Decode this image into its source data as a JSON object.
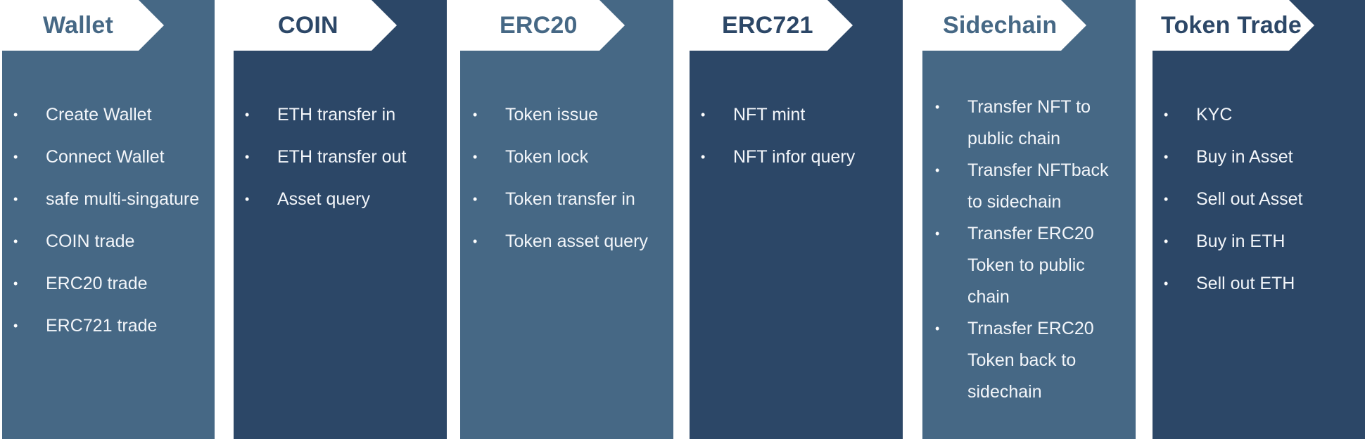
{
  "colors": {
    "light_panel": "#466885",
    "dark_panel": "#2c4767",
    "tab_background": "#ffffff",
    "item_text": "#f3f6fa"
  },
  "columns": [
    {
      "id": "wallet",
      "title": "Wallet",
      "items": [
        "Create Wallet",
        "Connect Wallet",
        "safe multi-singature",
        "COIN trade",
        "ERC20 trade",
        "ERC721 trade"
      ]
    },
    {
      "id": "coin",
      "title": "COIN",
      "items": [
        "ETH transfer in",
        "ETH transfer out",
        "Asset query"
      ]
    },
    {
      "id": "erc20",
      "title": "ERC20",
      "items": [
        "Token issue",
        "Token lock",
        "Token transfer in",
        "Token asset query"
      ]
    },
    {
      "id": "erc721",
      "title": "ERC721",
      "items": [
        "NFT mint",
        "NFT infor query"
      ]
    },
    {
      "id": "sidechain",
      "title": "Sidechain",
      "items": [
        "Transfer NFT to public chain",
        "Transfer NFTback to sidechain",
        "Transfer ERC20 Token to public chain",
        "Trnasfer ERC20 Token back to sidechain"
      ]
    },
    {
      "id": "token-trade",
      "title": "Token Trade",
      "items": [
        "KYC",
        "Buy in Asset",
        "Sell out Asset",
        "Buy in ETH",
        "Sell out ETH"
      ]
    }
  ]
}
